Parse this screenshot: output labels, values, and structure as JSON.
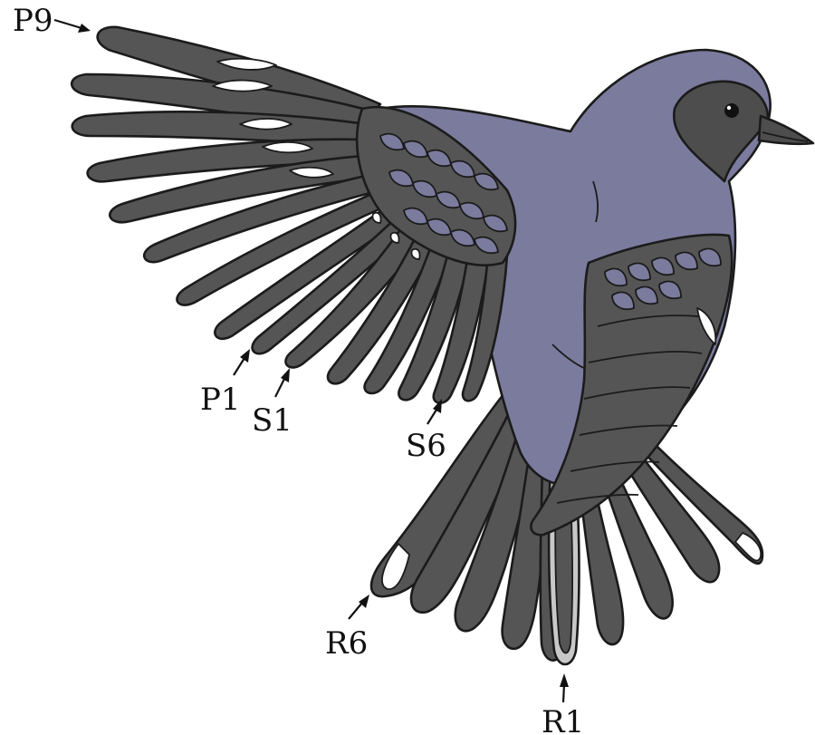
{
  "figure": {
    "labels": {
      "p9": "P9",
      "p1": "P1",
      "s1": "S1",
      "s6": "S6",
      "r6": "R6",
      "r1": "R1"
    }
  },
  "colors": {
    "body": "#7b7b9e",
    "feather_dark": "#555555",
    "hood": "#4d4d4d",
    "white_patch": "#ffffff",
    "edge_light": "#c8c8c8",
    "outline": "#1b1b1b"
  }
}
